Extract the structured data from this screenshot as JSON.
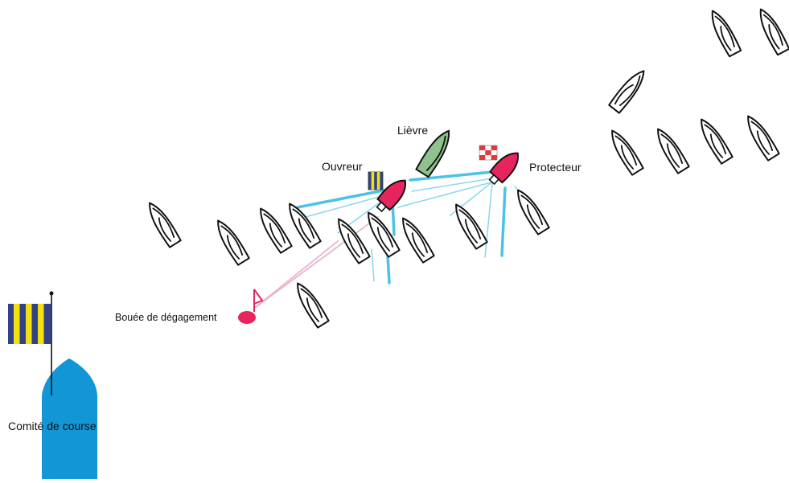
{
  "labels": {
    "lievre": "Lièvre",
    "ouvreur": "Ouvreur",
    "protecteur": "Protecteur",
    "bouee": "Bouée de dégagement",
    "comite": "Comité de course"
  },
  "colors": {
    "highlight_boat": "#e8245f",
    "lievre_boat": "#8fc28c",
    "committee_boat": "#1296d6",
    "wake": "#4cc3e6",
    "flag_navy": "#33408a",
    "flag_yellow": "#f1e20f",
    "flag_red": "#e03a3a"
  },
  "icons": {
    "ouvreur_flag": "striped-flag-icon",
    "protecteur_flag": "checkered-flag-icon",
    "committee_flag": "striped-flag-icon",
    "buoy_flag": "triangle-flag-icon"
  }
}
